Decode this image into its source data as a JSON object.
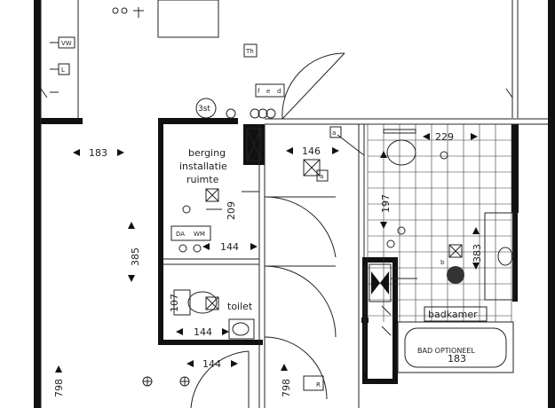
{
  "rooms": {
    "berging": "berging",
    "installatie": "installatie",
    "ruimte": "ruimte",
    "toilet": "toilet",
    "badkamer": "badkamer",
    "bad_optioneel": "BAD OPTIONEEL"
  },
  "dimensions": {
    "d183_left": "183",
    "d385": "385",
    "d146": "146",
    "d209": "209",
    "d144_installatie": "144",
    "d107": "107",
    "d144_toilet": "144",
    "d144_hall": "144",
    "d197": "197",
    "d229": "229",
    "d383": "383",
    "d183_bath": "183",
    "d798_left": "798",
    "d798_mid": "798"
  },
  "symbols": {
    "vw": "VW",
    "l": "L",
    "th": "Th",
    "three_st": "3st",
    "f": "f",
    "e": "e",
    "d": "d",
    "a_top": "a",
    "a_mid": "a",
    "da": "DA",
    "wm": "WM",
    "r": "R",
    "b": "b"
  },
  "colors": {
    "line": "#222222",
    "wall": "#111111",
    "background": "#ffffff"
  }
}
